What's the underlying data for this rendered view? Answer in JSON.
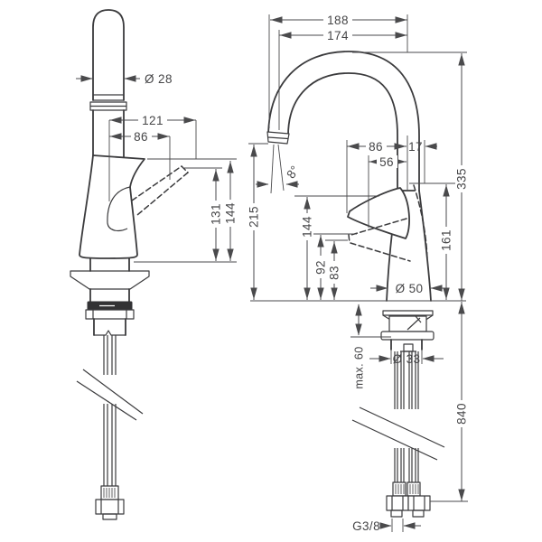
{
  "drawing_title": "Faucet installation dimension drawing, two views",
  "colors": {
    "line": "#3b3b3d",
    "text": "#454547",
    "background": "#ffffff"
  },
  "side_view": {
    "spout_diameter": "Ø 28",
    "reach_outer": "121",
    "reach_inner": "86",
    "handle_tip_height": "131",
    "body_top_height": "144"
  },
  "front_view": {
    "reach_outer": "188",
    "reach_to_outlet": "174",
    "center_to_lever_tip": "86",
    "center_to_handle_end": "17",
    "center_to_lever_mid": "56",
    "spray_angle": "8°",
    "outlet_height": "215",
    "lever_top_height": "144",
    "lever_mid_height": "92",
    "lever_low_height": "83",
    "handle_raised_height": "161",
    "total_height": "335",
    "base_diameter": "Ø 50",
    "max_deck_thickness": "max. 60",
    "shank_diameter": "Ø 33",
    "hose_length": "840",
    "connection_thread": "G3/8"
  }
}
